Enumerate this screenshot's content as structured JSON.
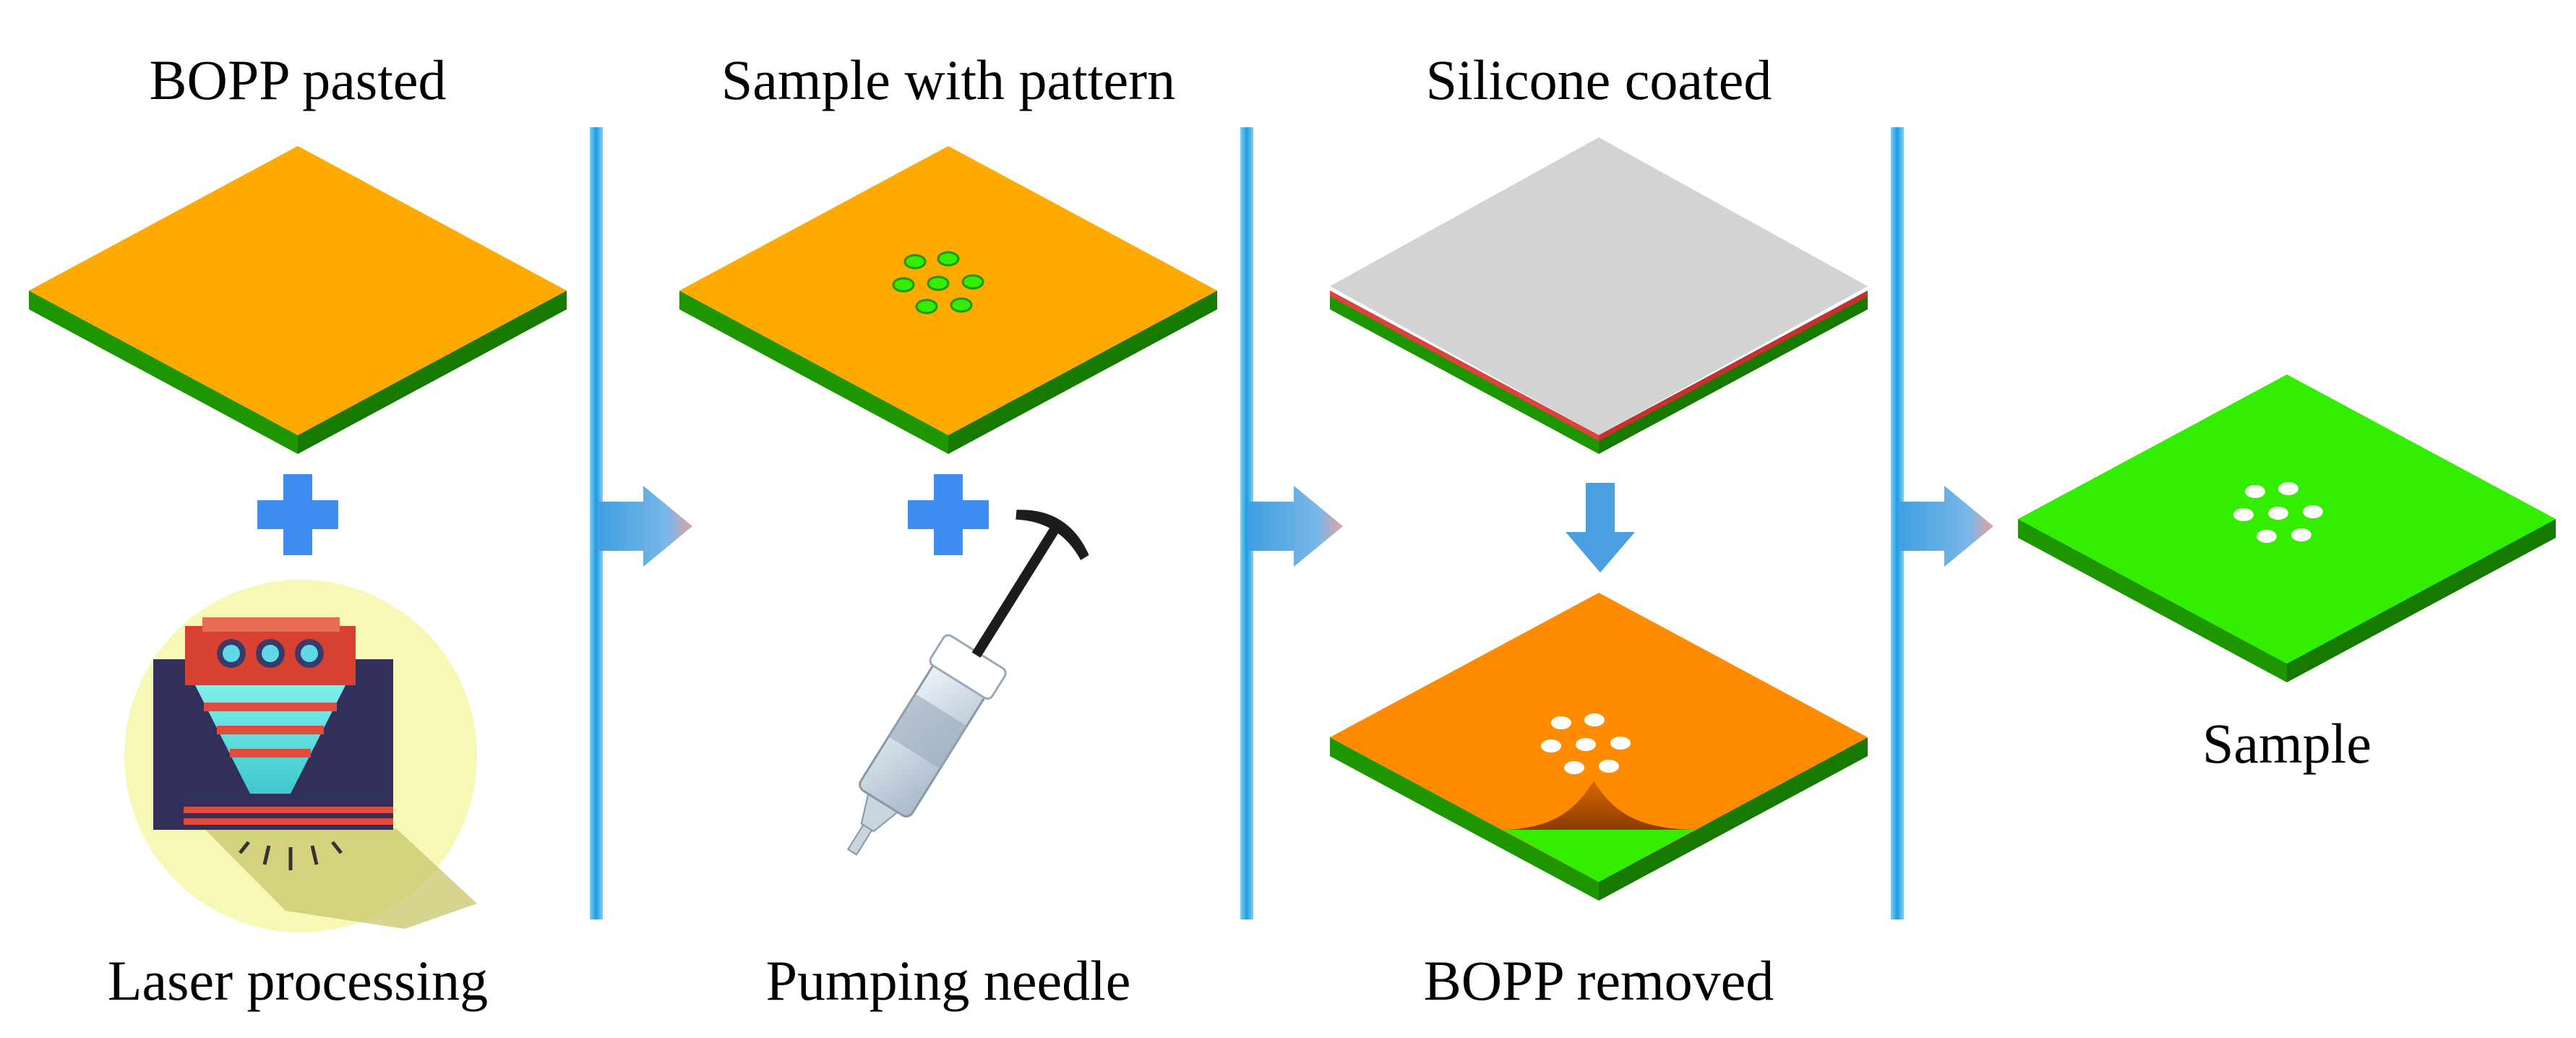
{
  "labels": {
    "bopp_pasted": "BOPP pasted",
    "sample_with_pattern": "Sample with pattern",
    "silicone_coated": "Silicone coated",
    "laser_processing": "Laser processing",
    "pumping_needle": "Pumping needle",
    "bopp_removed": "BOPP removed",
    "sample": "Sample"
  },
  "colors": {
    "bopp_orange": "#FFAA00",
    "bopp_orange_dark": "#FF8C00",
    "substrate_green": "#1E9600",
    "bright_green": "#33EE00",
    "silicone_grey": "#D3D3D3",
    "separator_blue": "#29A8E8",
    "plus_blue": "#3D8EF0",
    "arrow_blue": "#4A9FE0"
  },
  "icons": [
    "plus-icon",
    "laser-machine-icon",
    "syringe-icon",
    "arrow-right-icon",
    "arrow-down-icon"
  ]
}
